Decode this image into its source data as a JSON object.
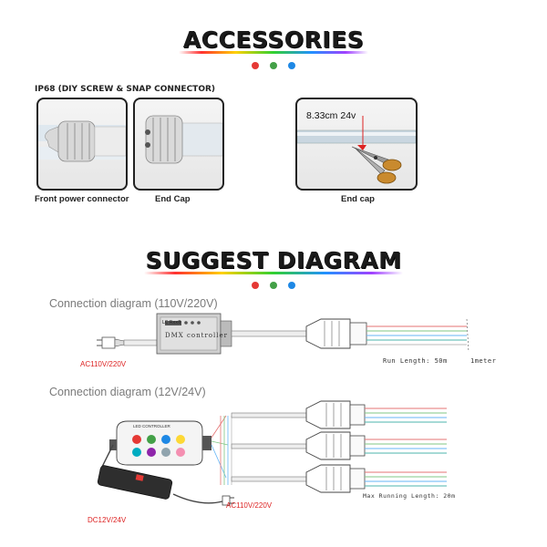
{
  "accessories": {
    "heading": "ACCESSORIES",
    "dot_colors": [
      "#e53935",
      "#43a047",
      "#1e88e5"
    ],
    "ip_label": "IP68 (DIY SCREW & SNAP CONNECTOR)",
    "photos": [
      {
        "caption": "Front power connector",
        "icon": "power-connector-icon"
      },
      {
        "caption": "End Cap",
        "icon": "end-cap-icon"
      },
      {
        "caption": "End cap",
        "icon": "cut-strip-icon",
        "overlay": "8.33cm 24v"
      }
    ]
  },
  "diagram": {
    "heading": "SUGGEST DIAGRAM",
    "dot_colors": [
      "#e53935",
      "#43a047",
      "#1e88e5"
    ],
    "high_voltage": {
      "title": "Connection diagram (110V/220V)",
      "controller_label": "DMX controller",
      "controller_small": "LC RxxB",
      "ac_label": "AC110V/220V",
      "run_length": "Run Length: 50m",
      "meter": "1meter"
    },
    "low_voltage": {
      "title": "Connection diagram (12V/24V)",
      "controller_label": "LED CONTROLLER",
      "dc_label": "DC12V/24V",
      "ac_label": "AC110V/220V",
      "max_running": "Max Running Length: 20m"
    }
  }
}
